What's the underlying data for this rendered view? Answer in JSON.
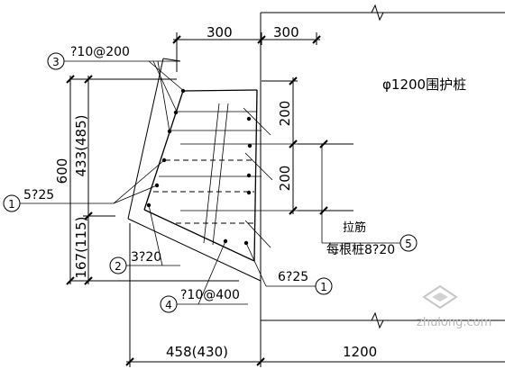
{
  "dimensions": {
    "top_left": "300",
    "top_right": "300",
    "vert_upper": "200",
    "vert_lower": "200",
    "left_total": "600",
    "left_upper": "433(485)",
    "left_lower": "167(115)",
    "bottom_left": "458(430)",
    "bottom_right": "1200"
  },
  "pile_label": "φ1200围护桩",
  "rebar_labels": {
    "r1_top": "5?25",
    "r1_bottom": "6?25",
    "r2": "3?20",
    "r3": "?10@200",
    "r4": "?10@400",
    "r5_title": "拉筋",
    "r5_spec": "每根桩8?20"
  },
  "tags": [
    "1",
    "2",
    "3",
    "4",
    "5"
  ],
  "watermark": "zhulong.com"
}
